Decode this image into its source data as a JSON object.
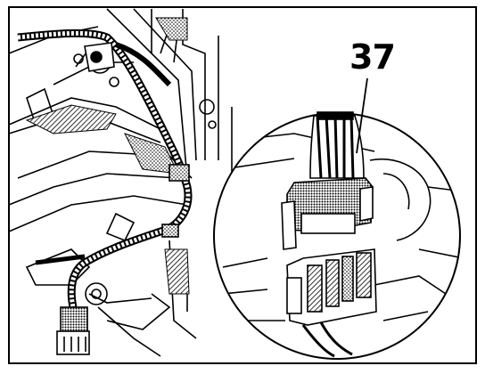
{
  "figure": {
    "callout_number": "37",
    "components": [
      "engine-bay-panel",
      "wiring-harness",
      "mounting-bracket",
      "harness-connector",
      "magnified-connector-detail",
      "connector-plug",
      "connector-socket-block"
    ]
  },
  "colors": {
    "line": "#000000",
    "background": "#ffffff",
    "hatch": "#000000"
  }
}
